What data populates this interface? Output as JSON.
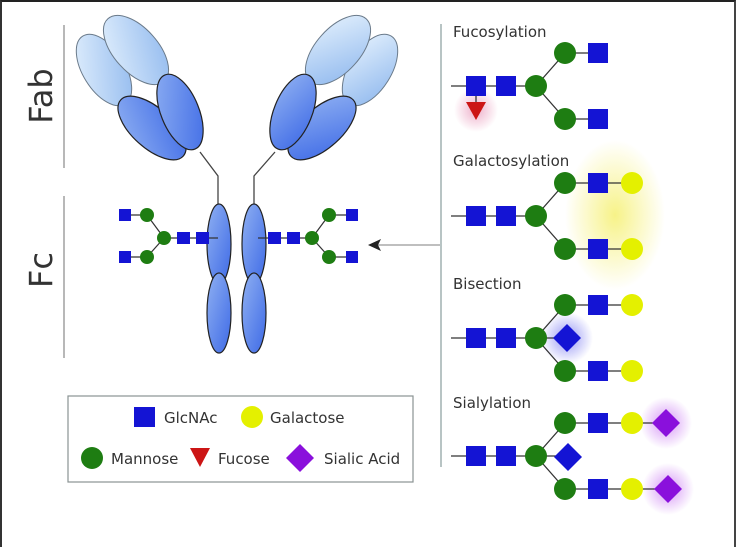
{
  "regions": {
    "fab_label": "Fab",
    "fc_label": "Fc"
  },
  "colors": {
    "glcnac": "#1414d4",
    "galactose": "#e4f000",
    "mannose": "#1e7d12",
    "fucose": "#cc1515",
    "sialic_acid": "#8a10dc",
    "domain_light": "#bcd8f4",
    "domain_dark": "#5f8ae8"
  },
  "panels": [
    {
      "title": "Fucosylation",
      "highlight": "fucose"
    },
    {
      "title": "Galactosylation",
      "highlight": "galactose"
    },
    {
      "title": "Bisection",
      "highlight": "bisecting-glcnac"
    },
    {
      "title": "Sialylation",
      "highlight": "sialic-acid"
    }
  ],
  "legend": {
    "items": [
      {
        "name": "GlcNAc",
        "shape": "square"
      },
      {
        "name": "Galactose",
        "shape": "circle"
      },
      {
        "name": "Mannose",
        "shape": "circle"
      },
      {
        "name": "Fucose",
        "shape": "triangle"
      },
      {
        "name": "Sialic Acid",
        "shape": "diamond"
      }
    ]
  }
}
